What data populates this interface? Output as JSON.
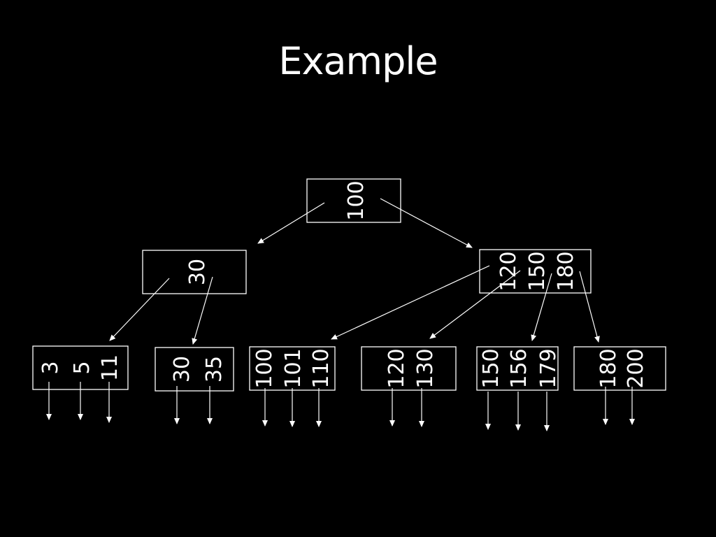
{
  "slide": {
    "title": "Example"
  },
  "tree": {
    "root": {
      "keys": [
        "100"
      ]
    },
    "internal": [
      {
        "keys": [
          "30"
        ]
      },
      {
        "keys": [
          "120",
          "150",
          "180"
        ]
      }
    ],
    "leaves": [
      {
        "keys": [
          "3",
          "5",
          "11"
        ]
      },
      {
        "keys": [
          "30",
          "35"
        ]
      },
      {
        "keys": [
          "100",
          "101",
          "110"
        ]
      },
      {
        "keys": [
          "120",
          "130"
        ]
      },
      {
        "keys": [
          "150",
          "156",
          "179"
        ]
      },
      {
        "keys": [
          "180",
          "200"
        ]
      }
    ]
  }
}
